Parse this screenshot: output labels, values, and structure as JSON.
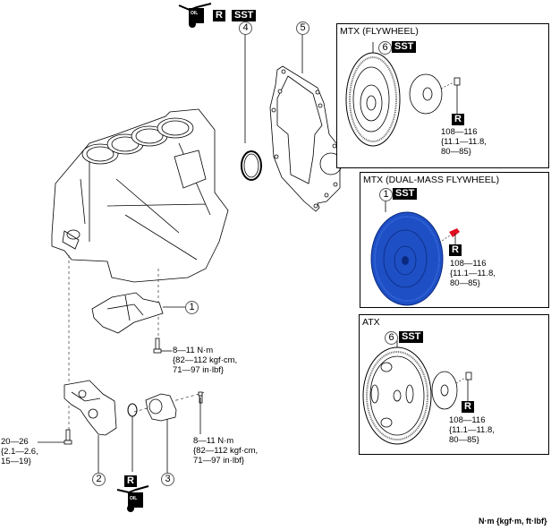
{
  "diagram": {
    "top_symbols": {
      "oil_icon_label": "OIL",
      "replace_badge": "R",
      "sst_badge": "SST"
    },
    "callouts": {
      "c1": "1",
      "c2": "2",
      "c3": "3",
      "c4": "4",
      "c5": "5"
    },
    "torques": {
      "oil_pan_bolt": "8—11 N·m\n{82—112 kgf·cm,\n71—97 in·lbf}",
      "oil_pump_bolt": "20—26\n{2.1—2.6,\n15—19}",
      "cover_bolt": "8—11 N·m\n{82—112 kgf·cm,\n71—97 in·lbf}"
    },
    "bottom_symbols": {
      "replace_badge": "R",
      "oil_icon_label": "OIL"
    },
    "units_note": "N·m {kgf·m, ft·lbf}",
    "panels": [
      {
        "title": "MTX (FLYWHEEL)",
        "callout": "6",
        "sst_badge": "SST",
        "replace_badge": "R",
        "torque": "108—116\n{11.1—11.8,\n80—85}"
      },
      {
        "title": "MTX (DUAL-MASS FLYWHEEL)",
        "callout": "1",
        "sst_badge": "SST",
        "replace_badge": "R",
        "torque": "108—116\n{11.1—11.8,\n80—85}"
      },
      {
        "title": "ATX",
        "callout": "6",
        "sst_badge": "SST",
        "replace_badge": "R",
        "torque": "108—116\n{11.1—11.8,\n80—85}"
      }
    ],
    "colors": {
      "dual_mass_flywheel": "#1f4fc4",
      "bolt_highlight": "#e01020"
    }
  }
}
